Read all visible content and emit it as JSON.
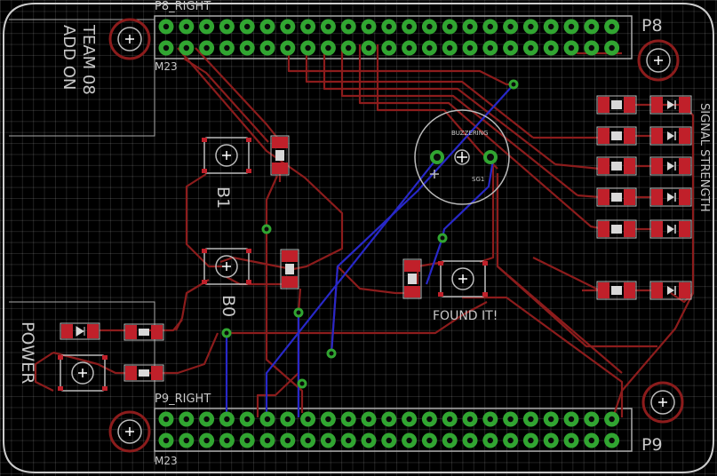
{
  "labels": {
    "team": "TEAM 08",
    "addon": "ADD ON",
    "power": "POWER",
    "p8_right": "P8_RIGHT",
    "p9_right": "P9_RIGHT",
    "p8": "P8",
    "p9": "P9",
    "m23_top": "M23",
    "m23_bottom": "M23",
    "b1": "B1",
    "b0": "B0",
    "found_it": "FOUND IT!",
    "signal_strength": "SIGNAL STRENGTH",
    "buzzer": "BUZZERING",
    "sg1": "SG1"
  },
  "colors": {
    "board_background": "#000000",
    "outline": "#cccccc",
    "top_copper": "#8c1c1c",
    "bottom_copper": "#2828c8",
    "pad": "#31a531",
    "smd_pad": "#c0202a",
    "silkscreen": "#c8c8c8"
  }
}
